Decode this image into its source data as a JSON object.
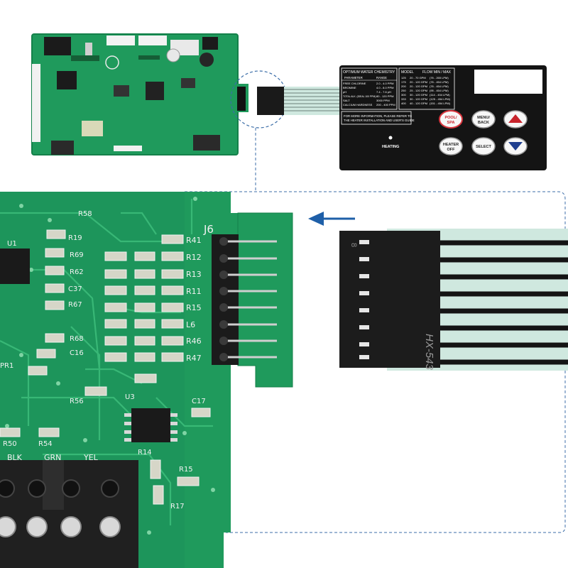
{
  "colors": {
    "pcb_green": "#1f9a5c",
    "pcb_dark": "#157a47",
    "trace": "#3fc07d",
    "panel_black": "#141414",
    "arrow_blue": "#1e5fa8",
    "pool_spa_ring": "#d9363e",
    "up_arrow": "#c8242c",
    "down_arrow": "#1f3f8f",
    "ribbon_film": "#cde9e0"
  },
  "connector_label": "J6",
  "connector_part": "HX-543",
  "connector_pin_number": "8",
  "resistor_labels": [
    "R41",
    "R12",
    "R13",
    "R11",
    "R15",
    "L6",
    "R46",
    "R47"
  ],
  "other_silkscreen": [
    "R58",
    "R19",
    "R69",
    "R62",
    "C37",
    "R67",
    "R68",
    "C16",
    "R56",
    "R50",
    "R54",
    "R14",
    "R15",
    "R17",
    "C17",
    "U3",
    "U1",
    "PR1"
  ],
  "terminal_labels": [
    "BLK",
    "GRN",
    "YEL"
  ],
  "panel": {
    "chem_title": "OPTIMUM WATER CHEMISTRY",
    "chem_headers": [
      "PARAMETER",
      "RANGE"
    ],
    "chem_rows": [
      [
        "FREE CHLORINE",
        "2.0 - 4.0 PPM"
      ],
      [
        "BROMINE",
        "4.0 - 8.0 PPM"
      ],
      [
        "pH",
        "7.4 - 7.6 pH"
      ],
      [
        "TOTAL ALK. (IDEAL 100 PPM)",
        "80 - 120 PPM"
      ],
      [
        "SALT",
        "3000 PPM"
      ],
      [
        "CALCIUM HARDNESS",
        "200 - 400 PPM"
      ]
    ],
    "model_headers": [
      "MODEL",
      "FLOW MIN / MAX"
    ],
    "model_rows": [
      [
        "125",
        "20 - 70 GPM",
        "(76 - 265 LPM)"
      ],
      [
        "175",
        "20 - 120 GPM",
        "(76 - 454 LPM)"
      ],
      [
        "200",
        "20 - 120 GPM",
        "(76 - 454 LPM)"
      ],
      [
        "250",
        "25 - 120 GPM",
        "(95 - 454 LPM)"
      ],
      [
        "300",
        "30 - 120 GPM",
        "(114 - 454 LPM)"
      ],
      [
        "333",
        "30 - 120 GPM",
        "(125 - 454 LPM)"
      ],
      [
        "400",
        "40 - 120 GPM",
        "(151 - 454 LPM)"
      ]
    ],
    "info_line1": "FOR MORE INFORMATION, PLEASE REFER TO",
    "info_line2": "THE HEATER INSTALLATION AND USER'S GUIDE",
    "heating_label": "HEATING",
    "btn_pool_spa": [
      "POOL/",
      "SPA"
    ],
    "btn_menu_back": [
      "MENU/",
      "BACK"
    ],
    "btn_heater_off": [
      "HEATER",
      "OFF"
    ],
    "btn_select": "SELECT"
  }
}
